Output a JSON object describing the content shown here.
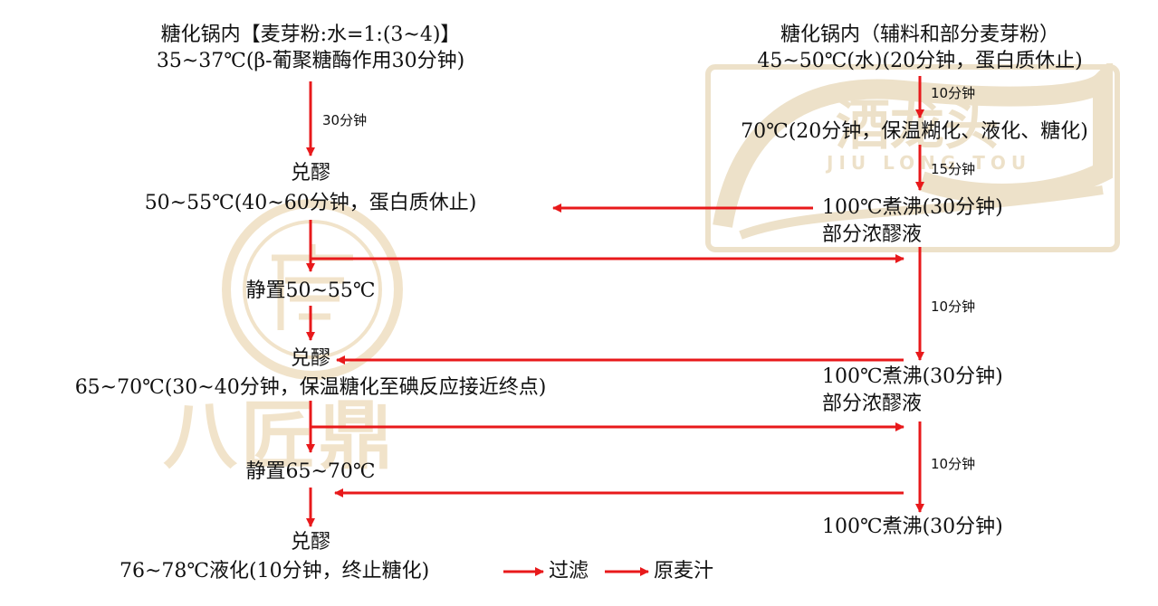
{
  "left_column": {
    "start_title": "糖化锅内【麦芽粉:水=1:(3~4)】",
    "start_detail": "35~37℃(β-葡聚糖酶作用30分钟)",
    "step1_label": "30分钟",
    "mash1_title": "兑醪",
    "mash1_detail": "50~55℃(40~60分钟，蛋白质休止)",
    "rest1": "静置50~55℃",
    "mash2_title": "兑醪",
    "mash2_detail": "65~70℃(30~40分钟，保温糖化至碘反应接近终点)",
    "rest2": "静置65~70℃",
    "mash3_title": "兑醪",
    "mash3_detail": "76~78℃液化(10分钟，终止糖化)",
    "filter": "过滤",
    "wort": "原麦汁"
  },
  "right_column": {
    "start_title": "糖化锅内（辅料和部分麦芽粉）",
    "start_detail": "45~50℃(水)(20分钟，蛋白质休止)",
    "label1": "10分钟",
    "liquefy": "70℃(20分钟，保温糊化、液化、糖化)",
    "label2": "15分钟",
    "boil1_line1": "100℃煮沸(30分钟)",
    "boil1_line2": "部分浓醪液",
    "label3": "10分钟",
    "boil2_line1": "100℃煮沸(30分钟)",
    "boil2_line2": "部分浓醪液",
    "label4": "10分钟",
    "boil3": "100℃煮沸(30分钟)"
  },
  "watermarks": {
    "left_text": "八匠鼎",
    "right_brand": "酒龙头",
    "right_pinyin": "JIU LONG TOU",
    "right_registered": "®"
  },
  "colors": {
    "arrow": "#e8191b",
    "text": "#111111",
    "watermark": "#d9b26b"
  }
}
